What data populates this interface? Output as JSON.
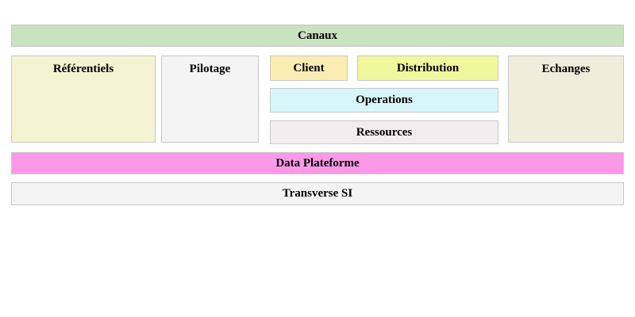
{
  "diagram": {
    "title_row": {
      "canaux": "Canaux"
    },
    "middle_row": {
      "referentiels": "Référentiels",
      "pilotage": "Pilotage",
      "center": {
        "client": "Client",
        "distribution": "Distribution",
        "operations": "Operations",
        "ressources": "Ressources"
      },
      "echanges": "Echanges"
    },
    "data_row": {
      "data_plateforme": "Data Plateforme"
    },
    "transverse_row": {
      "transverse_si": "Transverse SI"
    }
  },
  "colors": {
    "canaux": "#c9e2c0",
    "referentiels": "#f4f4d2",
    "pilotage": "#f4f4f4",
    "client": "#fbecb2",
    "distribution": "#f0f79c",
    "operations": "#d7f6f9",
    "ressources": "#f2eef0",
    "echanges": "#efeedd",
    "data_plateforme": "#fb99e8",
    "transverse_si": "#f4f4f4",
    "border": "#c8c8c8",
    "text": "#000000",
    "background": "#ffffff"
  }
}
